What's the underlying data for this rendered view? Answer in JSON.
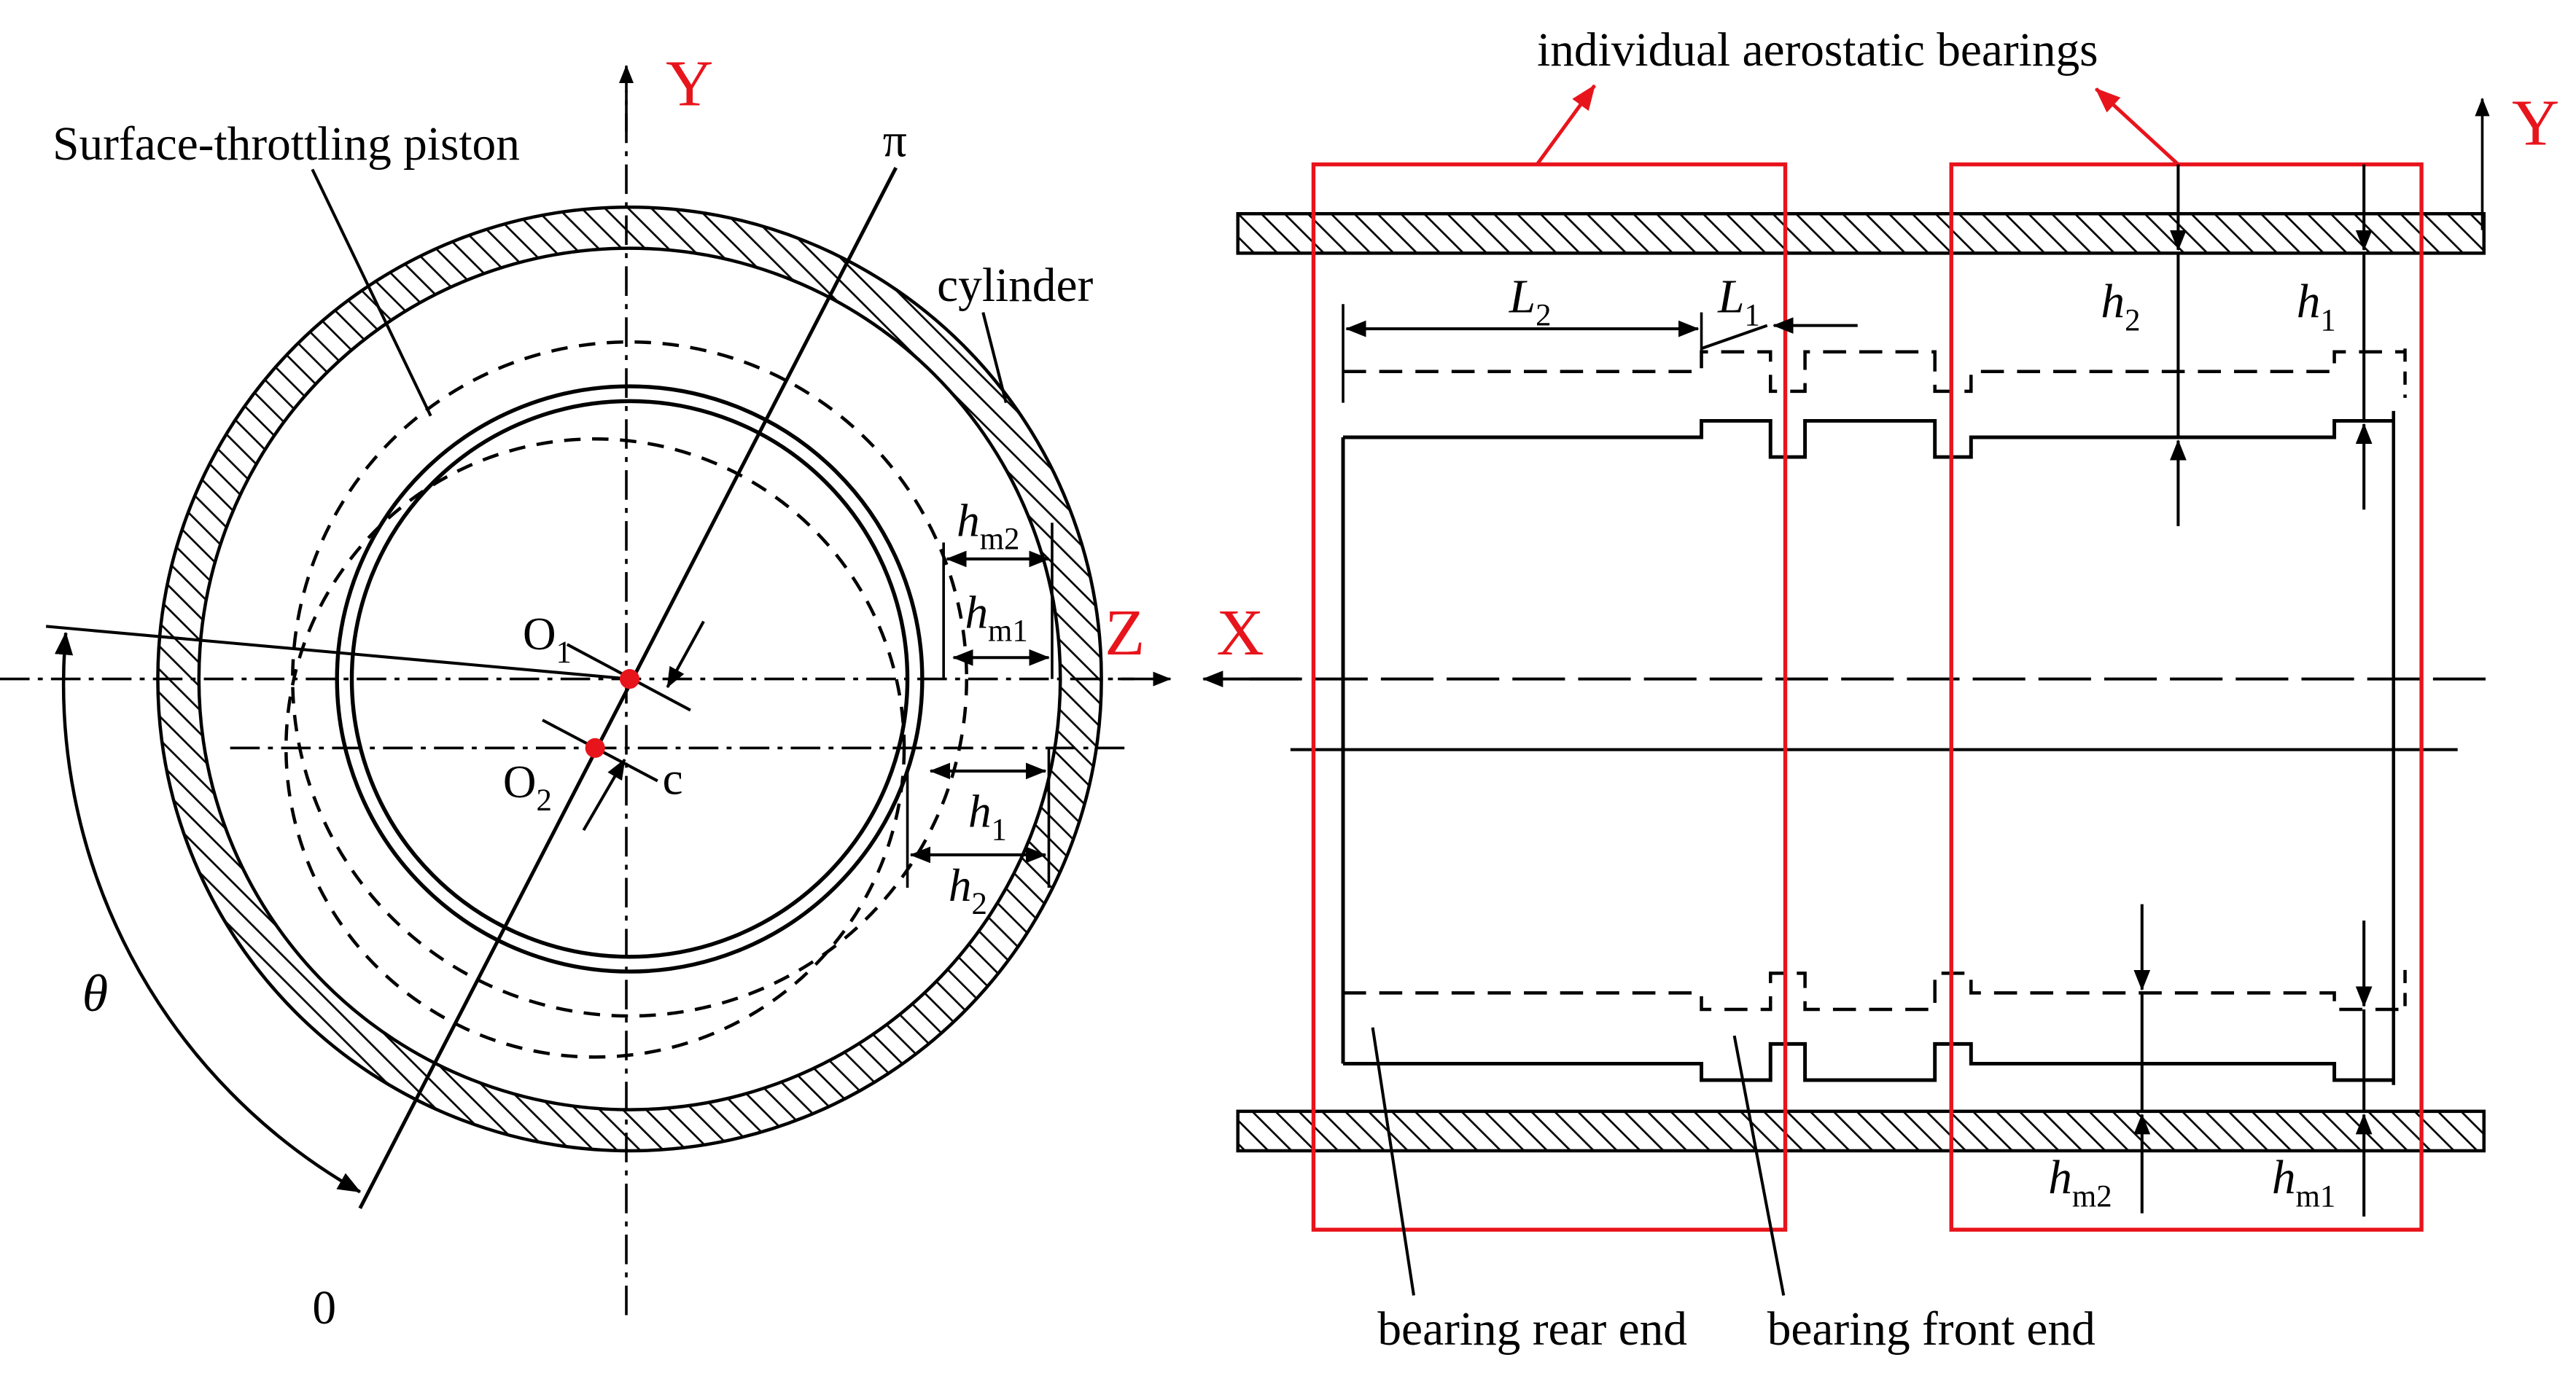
{
  "labels": {
    "piston": "Surface-throttling piston",
    "cylinder": "cylinder",
    "pi": "π",
    "zero": "0",
    "theta": "θ",
    "o1": "O",
    "o1_sub": "1",
    "o2": "O",
    "o2_sub": "2",
    "c": "c",
    "hm2": "h",
    "hm2_sub": "m2",
    "hm1": "h",
    "hm1_sub": "m1",
    "h1": "h",
    "h1_sub": "1",
    "h2": "h",
    "h2_sub": "2",
    "individual": "individual aerostatic bearings",
    "l2": "L",
    "l2_sub": "2",
    "l1": "L",
    "l1_sub": "1",
    "rh2": "h",
    "rh2_sub": "2",
    "rh1": "h",
    "rh1_sub": "1",
    "rhm2": "h",
    "rhm2_sub": "m2",
    "rhm1": "h",
    "rhm1_sub": "m1",
    "rear": "bearing rear end",
    "front": "bearing front end"
  },
  "axes": {
    "y_left": "Y",
    "z": "Z",
    "x": "X",
    "y_right": "Y"
  },
  "colors": {
    "line": "#000000",
    "accent": "#e8141c",
    "center_dot": "#e8141c"
  }
}
